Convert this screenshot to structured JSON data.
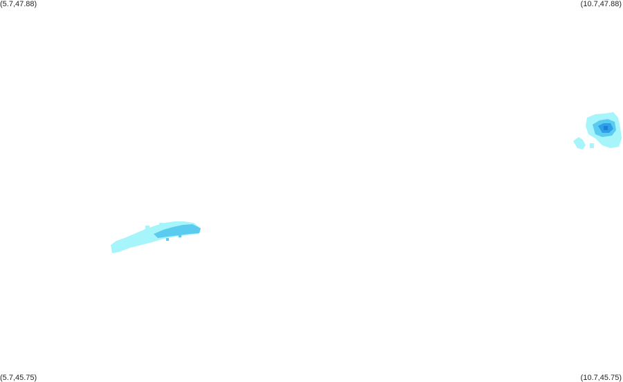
{
  "corners": {
    "top_left": "(5.7,47.88)",
    "top_right": "(10.7,47.88)",
    "bottom_left": "(5.7,45.75)",
    "bottom_right": "(10.7,45.75)"
  },
  "colors": {
    "light": "#a6f5fb",
    "medium": "#5bcbef",
    "dark": "#2d9fe6",
    "darkest": "#1e7fd6"
  }
}
